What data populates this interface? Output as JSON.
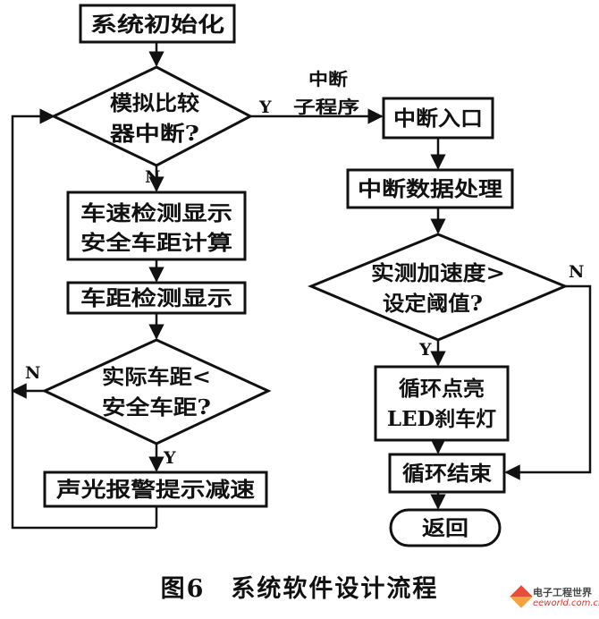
{
  "nodes": {
    "init": "系统初始化",
    "compare_l1": "模拟比较",
    "compare_l2": "器中断?",
    "speed_l1": "车速检测显示",
    "speed_l2": "安全车距计算",
    "dist_display": "车距检测显示",
    "actual_l1": "实际车距<",
    "actual_l2": "安全车距?",
    "alarm": "声光报警提示减速",
    "int_entry": "中断入口",
    "int_data": "中断数据处理",
    "accel_l1": "实测加速度>",
    "accel_l2": "设定阈值?",
    "loop_l1": "循环点亮",
    "loop_l2": "LED刹车灯",
    "loop_end": "循环结束",
    "return": "返回"
  },
  "labels": {
    "yes": "Y",
    "no": "N",
    "interrupt_l1": "中断",
    "interrupt_l2": "子程序"
  },
  "caption": "图6　系统软件设计流程",
  "watermark": {
    "title": "电子工程世界",
    "site": "eeworld.com.cn"
  }
}
